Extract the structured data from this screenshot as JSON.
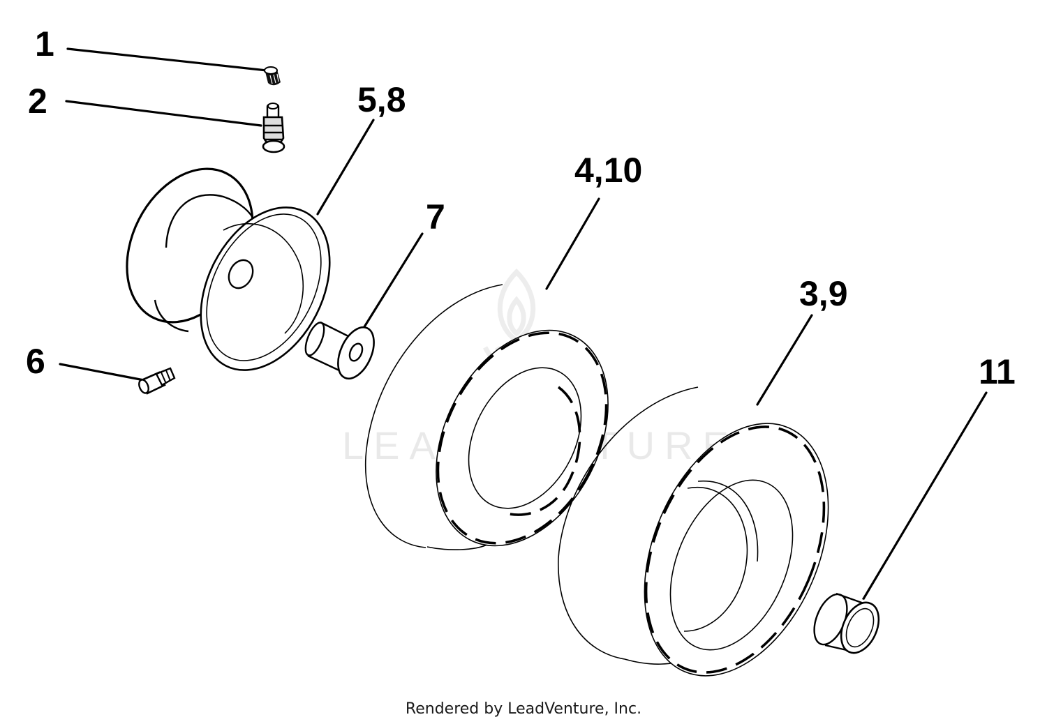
{
  "diagram": {
    "callouts": [
      {
        "id": "1",
        "text": "1"
      },
      {
        "id": "2",
        "text": "2"
      },
      {
        "id": "5_8",
        "text": "5,8"
      },
      {
        "id": "7",
        "text": "7"
      },
      {
        "id": "4_10",
        "text": "4,10"
      },
      {
        "id": "3_9",
        "text": "3,9"
      },
      {
        "id": "6",
        "text": "6"
      },
      {
        "id": "11",
        "text": "11"
      }
    ],
    "watermark": "LEADVENTURE",
    "footer": "Rendered by LeadVenture, Inc."
  }
}
